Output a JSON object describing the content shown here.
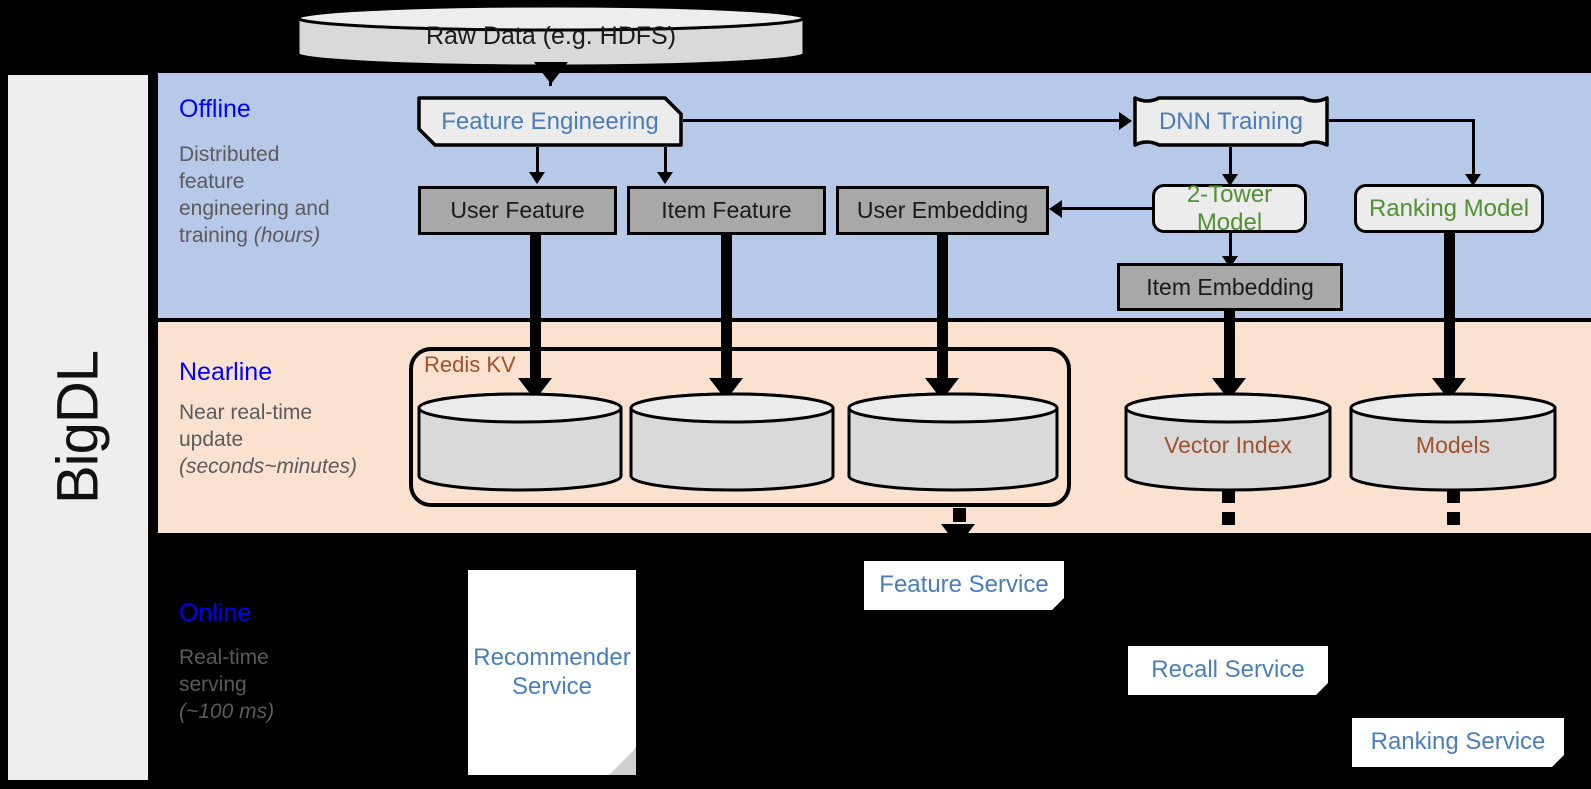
{
  "framework": {
    "name": "BigDL"
  },
  "source": {
    "label": "Raw Data (e.g. HDFS)"
  },
  "sections": [
    {
      "id": "offline",
      "title": "Offline",
      "description_line1": "Distributed",
      "description_line2": "feature",
      "description_line3": "engineering and",
      "description_line4_plain": "training ",
      "description_line4_italic": "(hours)",
      "band_color": "#b7c9e8"
    },
    {
      "id": "nearline",
      "title": "Nearline",
      "description_line1": "Near real-time",
      "description_line2": "update",
      "description_line3_italic": "(seconds~minutes)",
      "band_color": "#fae1d0"
    },
    {
      "id": "online",
      "title": "Online",
      "description_line1": "Real-time",
      "description_line2": "serving",
      "description_line3_italic": "(~100 ms)",
      "band_color": "#000000"
    }
  ],
  "offline_nodes": {
    "feature_engineering": "Feature Engineering",
    "dnn_training": "DNN Training",
    "user_feature": "User Feature",
    "item_feature": "Item Feature",
    "user_embedding": "User Embedding",
    "two_tower_model": "2-Tower Model",
    "ranking_model": "Ranking Model",
    "item_embedding": "Item Embedding"
  },
  "nearline_nodes": {
    "redis_kv": "Redis KV",
    "vector_index": "Vector Index",
    "models": "Models"
  },
  "online_nodes": {
    "recommender_service_line1": "Recommender",
    "recommender_service_line2": "Service",
    "feature_service": "Feature Service",
    "recall_service": "Recall Service",
    "ranking_service": "Ranking Service"
  },
  "colors": {
    "offline_band": "#b7c9e8",
    "nearline_band": "#fae1d0",
    "online_band": "#000000",
    "section_title": "#0000ff",
    "section_desc": "#5b5b5b",
    "process_text": "#4a7ebb",
    "model_text": "#4f9233",
    "storage_text": "#a1522a",
    "data_box_fill": "#a8a8a8",
    "process_box_fill": "#ececec",
    "rail_fill": "#eeeeee"
  }
}
